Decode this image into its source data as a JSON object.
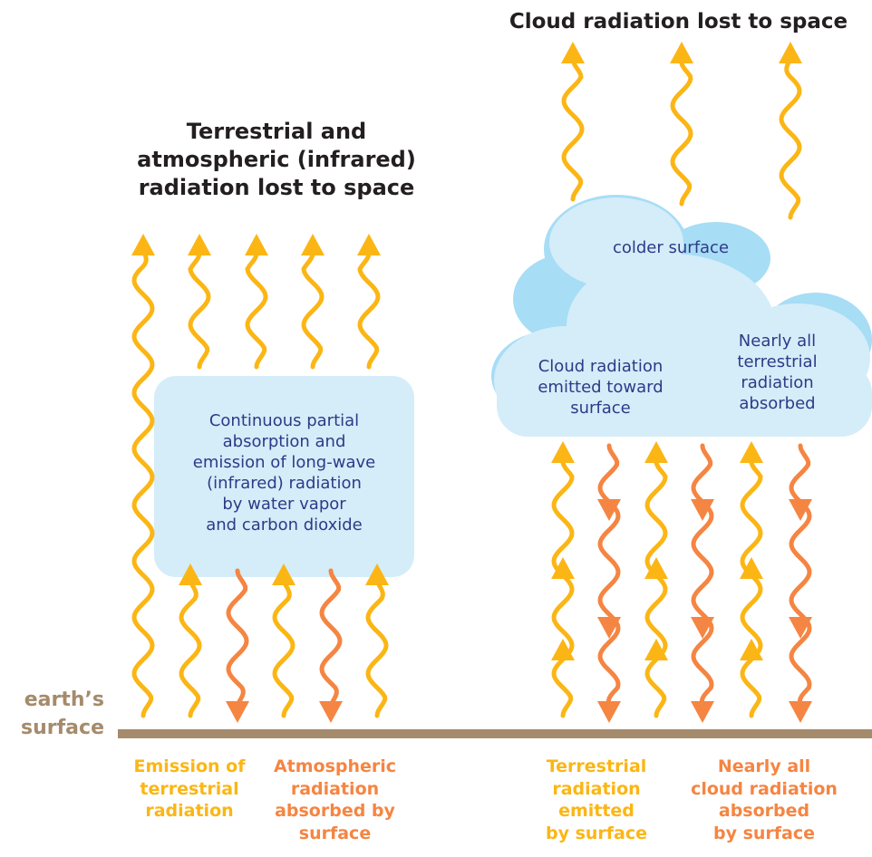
{
  "titles": {
    "cloud_space": "Cloud radiation lost to space",
    "terrestrial_space": [
      "Terrestrial and",
      "atmospheric (infrared)",
      "radiation lost to space"
    ]
  },
  "box_text": [
    "Continuous partial",
    "absorption and",
    "emission of long-wave",
    "(infrared) radiation",
    "by water vapor",
    "and carbon dioxide"
  ],
  "cloud": {
    "top": "colder surface",
    "left": [
      "Cloud radiation",
      "emitted toward",
      "surface"
    ],
    "right": [
      "Nearly all",
      "terrestrial",
      "radiation",
      "absorbed"
    ]
  },
  "surface_label": [
    "earth’s",
    "surface"
  ],
  "bottom_labels": {
    "emission": [
      "Emission of",
      "terrestrial",
      "radiation"
    ],
    "atmospheric": [
      "Atmospheric",
      "radiation",
      "absorbed by",
      "surface"
    ],
    "terrestrial_emitted": [
      "Terrestrial",
      "radiation",
      "emitted",
      "by surface"
    ],
    "cloud_absorbed": [
      "Nearly all",
      "cloud radiation",
      "absorbed",
      "by surface"
    ]
  },
  "colors": {
    "upward_arrow": "#fbb615",
    "downward_arrow": "#f58542",
    "surface_line": "#a58b6c",
    "box_fill": "#d4edf9",
    "cloud_fill": "#d4edf9",
    "cloud_shadow": "#a7ddf5",
    "text_blue": "#2e3a87"
  }
}
